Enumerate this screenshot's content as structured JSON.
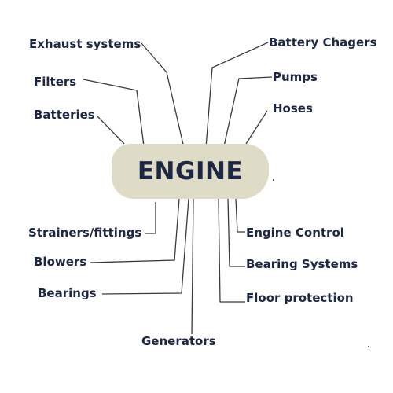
{
  "diagram": {
    "center": {
      "label": "ENGINE"
    },
    "nodes": [
      {
        "id": "exhaust_systems",
        "label": "Exhaust systems"
      },
      {
        "id": "filters",
        "label": "Filters"
      },
      {
        "id": "batteries",
        "label": "Batteries"
      },
      {
        "id": "battery_chagers",
        "label": "Battery Chagers"
      },
      {
        "id": "pumps",
        "label": "Pumps"
      },
      {
        "id": "hoses",
        "label": "Hoses"
      },
      {
        "id": "strainers_fittings",
        "label": "Strainers/fittings"
      },
      {
        "id": "blowers",
        "label": "Blowers"
      },
      {
        "id": "bearings",
        "label": "Bearings"
      },
      {
        "id": "generators",
        "label": "Generators"
      },
      {
        "id": "engine_control",
        "label": "Engine Control"
      },
      {
        "id": "bearing_systems",
        "label": "Bearing  Systems"
      },
      {
        "id": "floor_protection",
        "label": "Floor protection"
      }
    ],
    "colors": {
      "hub_fill": "#dedbc6",
      "text": "#1d2744",
      "connector": "#3a3a3a"
    }
  }
}
